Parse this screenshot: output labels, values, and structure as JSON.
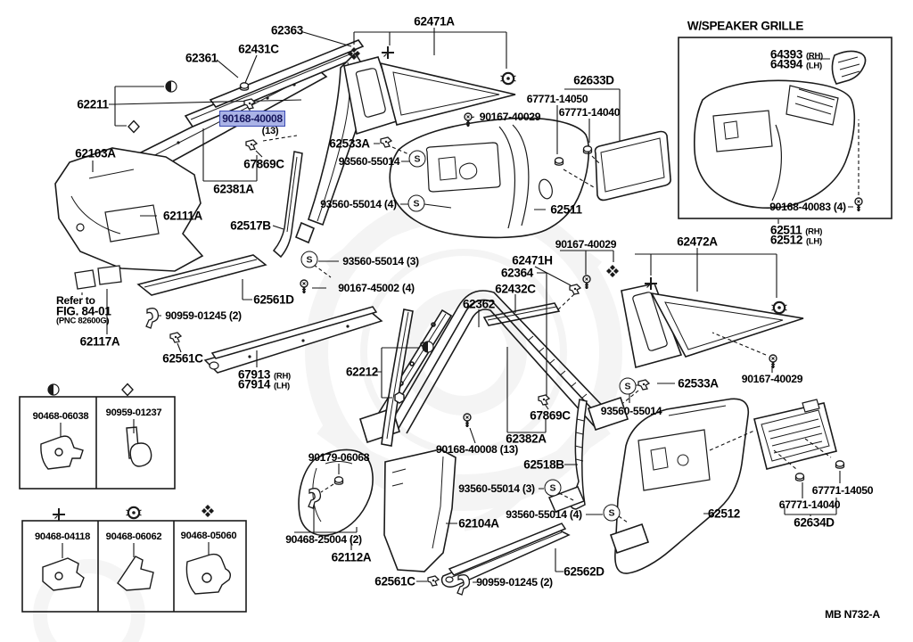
{
  "header": {
    "speaker_grille_title": "W/SPEAKER GRILLE",
    "figure_code": "MB  N732-A"
  },
  "highlight": {
    "part": "90168-40008",
    "qty": "(13)",
    "background": "#aab3e6",
    "border": "#3c4cb4"
  },
  "labels": {
    "s": "S",
    "rh": "(RH)",
    "lh": "(LH)",
    "p62363": "62363",
    "p62431C": "62431C",
    "p62361": "62361",
    "p62211": "62211",
    "p67869C_a": "67869C",
    "p62381A": "62381A",
    "p62103A": "62103A",
    "p62111A": "62111A",
    "p62517B": "62517B",
    "p62471A": "62471A",
    "p90167_40029_a": "90167-40029",
    "p62533A_a": "62533A",
    "p93560_55014_a": "93560-55014",
    "p93560_55014_4a": "93560-55014 (4)",
    "p62511": "62511",
    "p62633D": "62633D",
    "p67771_14050_a": "67771-14050",
    "p67771_14040_a": "67771-14040",
    "p64393": "64393",
    "p64394": "64394",
    "p90168_40083_4": "90168-40083 (4)",
    "p62511_b": "62511",
    "p62512_b": "62512",
    "p62472A": "62472A",
    "p62471H": "62471H",
    "p90167_40029_b": "90167-40029",
    "p62364": "62364",
    "p62432C": "62432C",
    "p62362": "62362",
    "p62212": "62212",
    "p67869C_b": "67869C",
    "p62382A": "62382A",
    "p90168_40008_13": "90168-40008 (13)",
    "p62518B": "62518B",
    "p93560_55014_3a": "93560-55014 (3)",
    "p93560_55014_4b": "93560-55014 (4)",
    "p93560_55014_b": "93560-55014",
    "p62533A_b": "62533A",
    "p90167_40029_c": "90167-40029",
    "p62512": "62512",
    "p67771_14050_b": "67771-14050",
    "p67771_14040_b": "67771-14040",
    "p62634D": "62634D",
    "refer1": "Refer to",
    "refer2": "FIG. 84-01",
    "refer3": "(PNC 82600G)",
    "p62117A": "62117A",
    "p62561C_a": "62561C",
    "p62561D": "62561D",
    "p90959_01245_a": "90959-01245 (2)",
    "p93560_55014_3b": "93560-55014 (3)",
    "p90167_45002_4": "90167-45002 (4)",
    "p67913": "67913",
    "p67914": "67914",
    "p90179_06068": "90179-06068",
    "p90468_25004_2": "90468-25004 (2)",
    "p62112A": "62112A",
    "p62104A": "62104A",
    "p62561C_b": "62561C",
    "p90959_01245_b": "90959-01245 (2)",
    "p62562D": "62562D",
    "p90468_06038": "90468-06038",
    "p90959_01237": "90959-01237",
    "p90468_04118": "90468-04118",
    "p90468_06062": "90468-06062",
    "p90468_05060": "90468-05060"
  }
}
